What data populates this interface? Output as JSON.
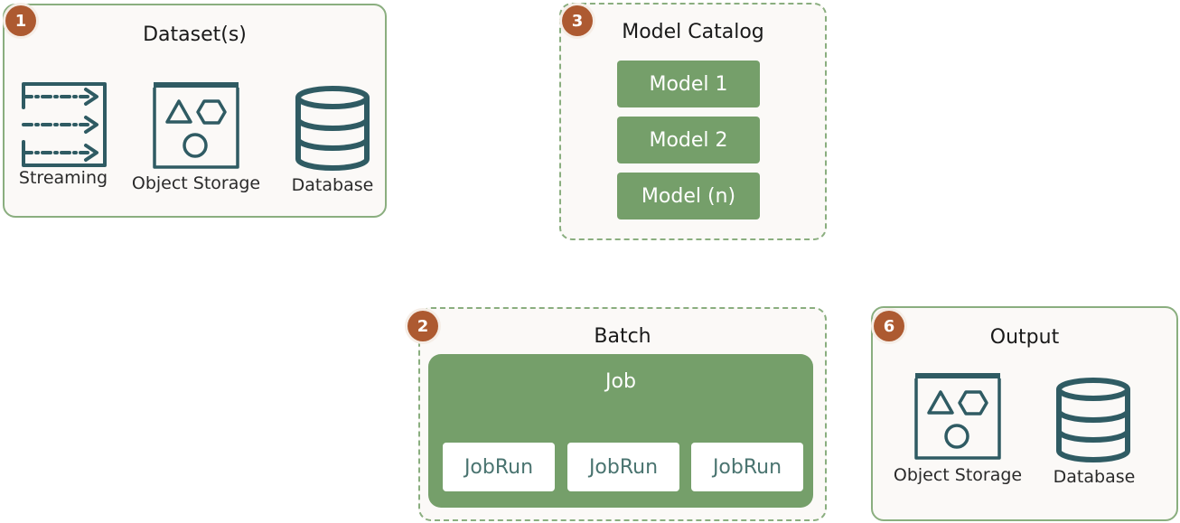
{
  "colors": {
    "accent_green": "#759f6a",
    "border_green": "#8aae7f",
    "badge_brown": "#ad5a31",
    "icon_teal": "#2f5b63",
    "box_bg": "#fbf9f7"
  },
  "datasets": {
    "number": "1",
    "title": "Dataset(s)",
    "items": [
      {
        "label": "Streaming",
        "icon": "streaming-icon"
      },
      {
        "label": "Object Storage",
        "icon": "object-storage-icon"
      },
      {
        "label": "Database",
        "icon": "database-icon"
      }
    ]
  },
  "model_catalog": {
    "number": "3",
    "title": "Model Catalog",
    "models": [
      "Model 1",
      "Model 2",
      "Model (n)"
    ]
  },
  "batch": {
    "number": "2",
    "title": "Batch",
    "job_label": "Job",
    "job_runs": [
      "JobRun",
      "JobRun",
      "JobRun"
    ]
  },
  "output": {
    "number": "6",
    "title": "Output",
    "items": [
      {
        "label": "Object Storage",
        "icon": "object-storage-icon"
      },
      {
        "label": "Database",
        "icon": "database-icon"
      }
    ]
  }
}
